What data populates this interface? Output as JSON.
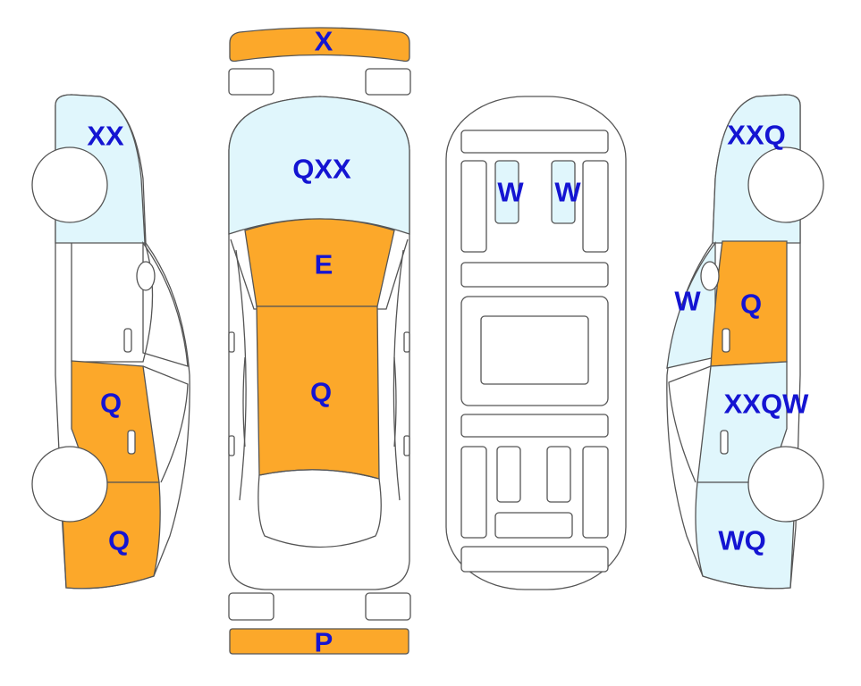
{
  "colors": {
    "damaged": "#FCA82A",
    "highlight": "#E0F6FC",
    "body": "#FFFFFF",
    "outline": "#555555",
    "label": "#1414D2"
  },
  "labels": {
    "front_bumper": "X",
    "rear_bumper": "P",
    "hood": "QXX",
    "roof": "E",
    "trunk": "Q",
    "left_front_fender": "XX",
    "left_rear_door": "Q",
    "left_rear_quarter": "Q",
    "interior_seat_left": "W",
    "interior_seat_right": "W",
    "right_front_fender": "XXQ",
    "right_mirror": "W",
    "right_front_door": "Q",
    "right_rear_door": "XXQW",
    "right_rear_quarter": "WQ"
  }
}
